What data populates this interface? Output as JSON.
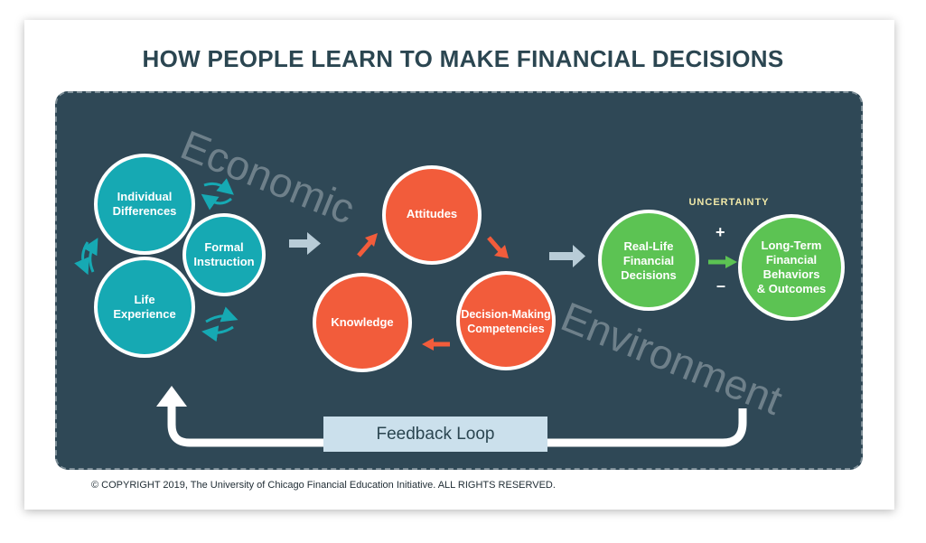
{
  "title": "HOW PEOPLE LEARN TO MAKE FINANCIAL DECISIONS",
  "background_words": {
    "economic": "Economic",
    "environment": "Environment"
  },
  "nodes": {
    "individual_differences": "Individual\nDifferences",
    "formal_instruction": "Formal\nInstruction",
    "life_experience": "Life\nExperience",
    "attitudes": "Attitudes",
    "decision_making_competencies": "Decision-Making\nCompetencies",
    "knowledge": "Knowledge",
    "real_life_financial_decisions": "Real-Life\nFinancial\nDecisions",
    "long_term_outcomes": "Long-Term\nFinancial\nBehaviors\n& Outcomes"
  },
  "uncertainty_label": "UNCERTAINTY",
  "plus_sign": "+",
  "minus_sign": "–",
  "feedback_loop_label": "Feedback Loop",
  "copyright": "© COPYRIGHT 2019, The University of Chicago Financial Education Initiative. ALL RIGHTS RESERVED.",
  "colors": {
    "panel_background": "#2f4856",
    "teal_node": "#16a9b3",
    "orange_node": "#f25c3b",
    "green_node": "#5cc353",
    "title_text": "#2b4651",
    "feedback_box": "#cbe0ec"
  }
}
